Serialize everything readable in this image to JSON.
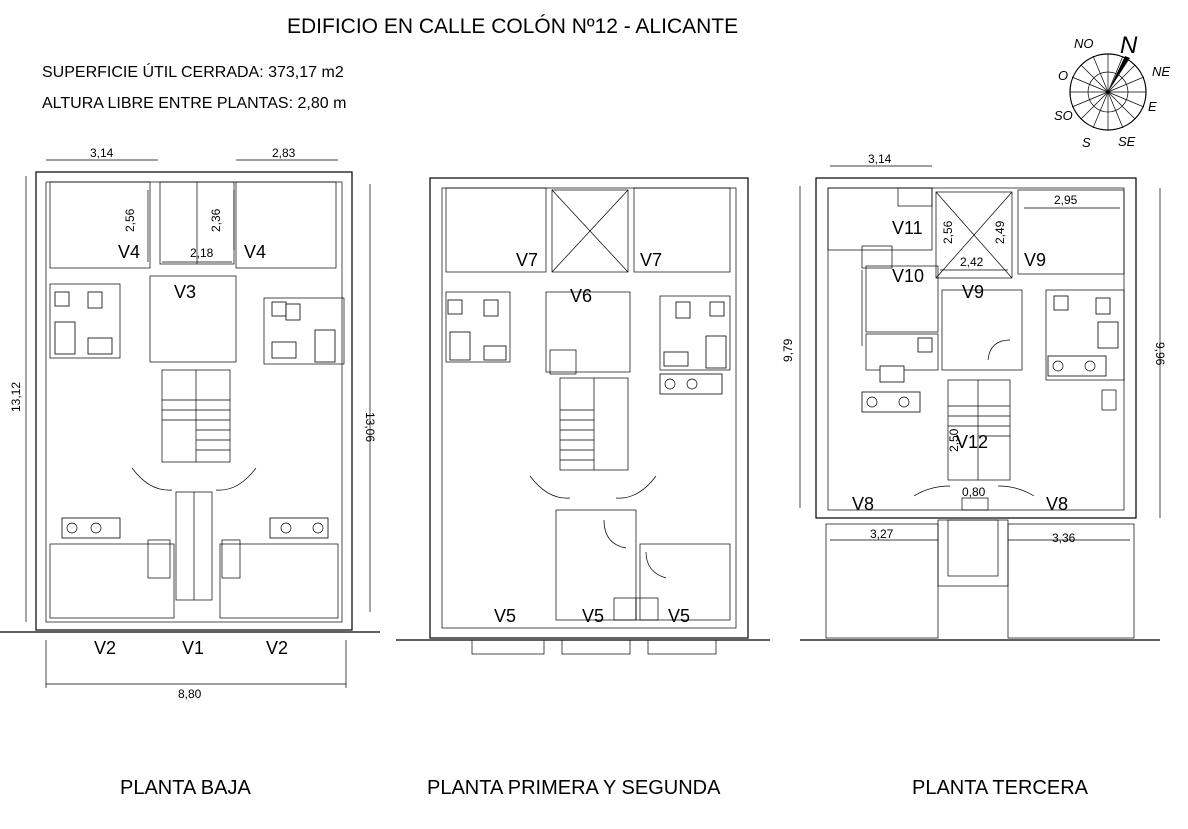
{
  "header": {
    "title": "EDIFICIO EN CALLE COLÓN  Nº12 - ALICANTE",
    "surface": "SUPERFICIE ÚTIL CERRADA: 373,17 m2",
    "height": "ALTURA LIBRE ENTRE PLANTAS:  2,80 m"
  },
  "compass": {
    "north": "N",
    "ne": "NE",
    "e": "E",
    "se": "SE",
    "s": "S",
    "so": "SO",
    "o": "O",
    "no": "NO"
  },
  "ground": {
    "caption": "PLANTA BAJA",
    "dims": {
      "top_left": "3,14",
      "top_right": "2,83",
      "left": "13,12",
      "right": "13,06",
      "bottom": "8,80",
      "h1": "2,56",
      "h2": "2,36",
      "w1": "2,18"
    },
    "windows": {
      "v4_left": "V4",
      "v4_right": "V4",
      "v3": "V3",
      "v2_left": "V2",
      "v1": "V1",
      "v2_right": "V2"
    }
  },
  "first": {
    "caption": "PLANTA PRIMERA Y SEGUNDA",
    "windows": {
      "v7_left": "V7",
      "v7_right": "V7",
      "v6": "V6",
      "v5_left": "V5",
      "v5_mid": "V5",
      "v5_right": "V5"
    }
  },
  "third": {
    "caption": "PLANTA TERCERA",
    "dims": {
      "top": "3,14",
      "top_right": "2,95",
      "left": "9,79",
      "right": "9,96",
      "h1": "2,56",
      "h2": "2,49",
      "w1": "2,42",
      "h3": "2,50",
      "w2": "0,80",
      "bottom_left": "3,27",
      "bottom_right": "3,36"
    },
    "windows": {
      "v11": "V11",
      "v10": "V10",
      "v9_top": "V9",
      "v9_mid": "V9",
      "v12": "V12",
      "v8_left": "V8",
      "v8_right": "V8"
    }
  }
}
